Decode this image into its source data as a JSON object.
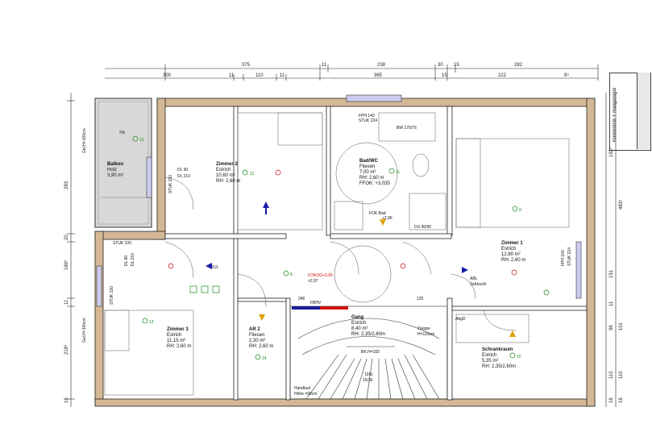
{
  "dims_top_row1": [
    "375",
    "11",
    "238",
    "30",
    "15",
    "282"
  ],
  "dims_top_row2": [
    "300",
    "11",
    "110",
    "11",
    "365",
    "15",
    "222",
    "9⁵"
  ],
  "dims_right": [
    "192⁵",
    "483⁵",
    "151",
    "11",
    "96",
    "101",
    "16",
    "110",
    "110",
    "16"
  ],
  "dims_left": [
    "283",
    "20",
    "189⁵",
    "11",
    "218⁵",
    "16"
  ],
  "left_notes": [
    "Gel.H=100cm",
    "Gel.H=100cm"
  ],
  "legend": {
    "text": "Kleiderliste + Hängeregal"
  },
  "rooms": {
    "balkon": {
      "name": "Balkon",
      "l1": "Holz",
      "l2": "3,90 m²"
    },
    "zimmer2": {
      "name": "Zimmer 2",
      "l1": "Estrich",
      "l2": "10,60 m²",
      "l3": "RH: 2,60 m"
    },
    "bad": {
      "name": "Bad/WC",
      "l1": "Fliesen",
      "l2": "7,00 m²",
      "l3": "RH: 2,60 m",
      "l4": "FFOK: +3,035"
    },
    "zimmer1": {
      "name": "Zimmer 1",
      "l1": "Estrich",
      "l2": "12,80 m²",
      "l3": "RH: 2,60 m"
    },
    "zimmer3": {
      "name": "Zimmer 3",
      "l1": "Estrich",
      "l2": "11,15 m²",
      "l3": "RH: 2,60 m"
    },
    "ar2": {
      "name": "AR 2",
      "l1": "Fliesen",
      "l2": "2,30 m²",
      "l3": "RH: 2,60 m"
    },
    "gang": {
      "name": "Gang",
      "l1": "Estrich",
      "l2": "8,40 m²",
      "l3": "RH: 2,35/2,60m"
    },
    "schrank": {
      "name": "Schrankraum",
      "l1": "Estrich",
      "l2": "5,35 m²",
      "l3": "RH: 2,35/2,60m"
    }
  },
  "labels": {
    "fph140": "FPH 140",
    "stuk224": "STUK 224",
    "bw": "BW 170/75",
    "du": "DU 90/90",
    "fok_bad": "FOK Bad",
    "fok_bad_v": "+2,96",
    "fokog": "FOKOG",
    "fokog_v": "+2,97",
    "ffok": "+3,05",
    "stuk220a": "STUK 220",
    "stuk220b": "STUK 220",
    "stuk220c": "STUK 220",
    "dl90": "DL 90",
    "dl210": "DL 210",
    "dl80": "DL 80",
    "dl210b": "DL 210",
    "fph100": "FPH 100",
    "stuk214": "STUK 214",
    "treppe": "Treppe",
    "treppe_h": "H=110cm",
    "bkh": "BK.H=100",
    "hand": "Handlauf",
    "hand_h": "Höhe =90cm",
    "stair": "19St",
    "stair2": "15/30",
    "fbhv": "FBHV",
    "s246": "246",
    "s125": "125",
    "s2a": "2%",
    "zul": "ZUL",
    "abl": "ABL",
    "abgd": "AbgD",
    "zul_ad": "2xAnschl",
    "n12": "12",
    "n11": "11",
    "n9": "9",
    "n8": "8",
    "n13": "13",
    "n14": "14",
    "n10": "10",
    "n15": "15"
  }
}
